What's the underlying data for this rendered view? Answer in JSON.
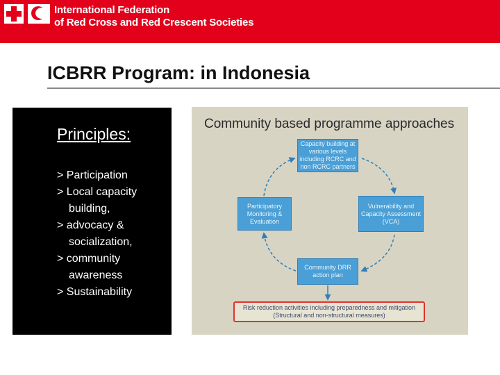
{
  "header": {
    "org_line1": "International Federation",
    "org_line2": "of Red Cross and Red Crescent Societies",
    "brand_color": "#e3001b",
    "logos": [
      "red-cross-icon",
      "red-crescent-icon"
    ]
  },
  "slide": {
    "title": "ICBRR Program: in Indonesia"
  },
  "principles": {
    "heading": "Principles:",
    "items": [
      "> Participation",
      "> Local capacity building,",
      "> advocacy & socialization,",
      "> community awareness",
      "> Sustainability"
    ]
  },
  "diagram": {
    "title": "Community based programme approaches",
    "nodes": {
      "top": "Capacity building at various levels including RCRC and non RCRC partners",
      "right": "Vulnerability and Capacity Assessment (VCA)",
      "bottom": "Community DRR action plan",
      "left": "Participatory Monitoring & Evaluation"
    },
    "risk_line1": "Risk reduction activities including preparedness and mitigation",
    "risk_line2": "(Structural and non-structural measures)",
    "node_color": "#4a9fd6",
    "arrow_color": "#2f7fb8",
    "risk_border_color": "#e0342a"
  }
}
